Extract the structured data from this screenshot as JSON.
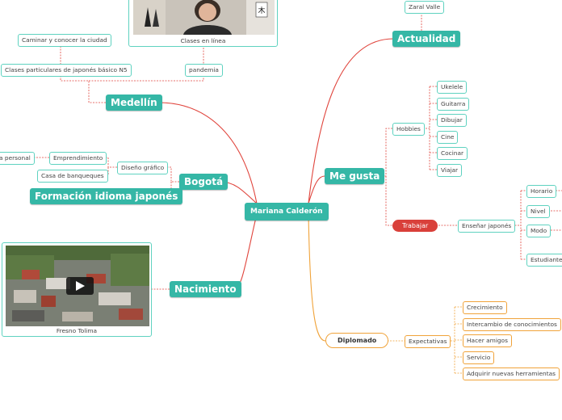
{
  "center": "Mariana Calderón",
  "branches": {
    "actualidad": {
      "label": "Actualidad",
      "items": [
        "Zaral Valle"
      ]
    },
    "me_gusta": {
      "label": "Me gusta",
      "hobbies": {
        "label": "Hobbies",
        "items": [
          "Ukelele",
          "Guitarra",
          "Dibujar",
          "Cine",
          "Cocinar",
          "Viajar"
        ]
      },
      "trabajar": {
        "label": "Trabajar",
        "ensenar": {
          "label": "Enseñar japonés",
          "items": [
            "Horario",
            "Nivel",
            "Modo",
            "Estudiantes"
          ]
        }
      }
    },
    "diplomado": {
      "label": "Diplomado",
      "expectativas": {
        "label": "Expectativas",
        "items": [
          "Crecimiento",
          "Intercambio de conocimientos",
          "Hacer amigos",
          "Servicio",
          "Adquirir nuevas herramientas"
        ]
      }
    },
    "medellin": {
      "label": "Medellín",
      "items": [
        "Caminar y conocer la ciudad",
        "Clases particulares de japonés básico N5",
        "pandemia"
      ],
      "image_caption": "Clases en línea"
    },
    "bogota": {
      "label": "Bogotá",
      "diseno": {
        "label": "Diseño gráfico",
        "items": [
          "Emprendimiento",
          "Casa de banqueques"
        ],
        "extra": "a personal"
      },
      "formacion": "Formación idioma japonés"
    },
    "nacimiento": {
      "label": "Nacimiento",
      "image_caption": "Fresno Tolima"
    }
  },
  "colors": {
    "teal": "#35b7a6",
    "teal_border": "#5fd2c0",
    "red": "#d9403a",
    "orange": "#f0a33a"
  }
}
